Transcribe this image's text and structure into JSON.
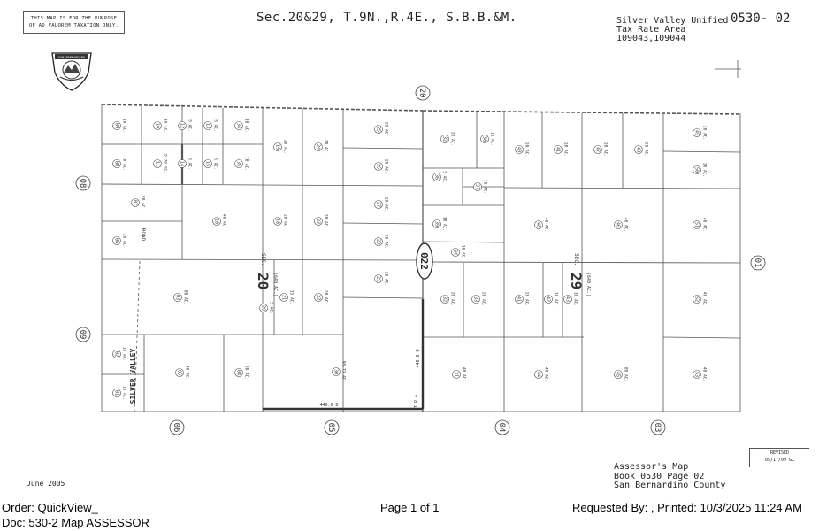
{
  "header": {
    "disclaimer": "THIS MAP IS FOR THE PURPOSE\nOF AD VALOREM TAXATION ONLY.",
    "section_title": "Sec.20&29, T.9N.,R.4E., S.B.B.&M.",
    "district_line1": "Silver Valley Unified",
    "district_line2": "Tax Rate Area",
    "district_line3": "109043,109044",
    "map_number": "0530- 02",
    "seal_text": "SAN BERNARDINO"
  },
  "map": {
    "adjacent_pages": {
      "top": "20",
      "left_top": "08",
      "left_bottom": "09",
      "right": "01",
      "bottom": [
        "06",
        "05",
        "04",
        "03"
      ]
    },
    "book_label": "022",
    "sections": [
      {
        "sec": "SEC.",
        "num": "20",
        "area": "(640 AC.)"
      },
      {
        "sec": "SEC.",
        "num": "29",
        "area": "(640 AC.)"
      }
    ],
    "roads": {
      "silver_valley": "SILVER VALLEY",
      "road": "ROAD"
    },
    "tra": "T.R.A.",
    "dims": {
      "east": "440.0 D",
      "south": "440.0 D"
    },
    "parcels": [
      {
        "n": "09",
        "a": "10 AC."
      },
      {
        "n": "10",
        "a": "10 AC."
      },
      {
        "n": "12",
        "a": "5 AC."
      },
      {
        "n": "13",
        "a": "5 AC."
      },
      {
        "n": "34",
        "a": "10 AC."
      },
      {
        "n": "08",
        "a": "10 AC."
      },
      {
        "n": "11",
        "a": "9.70 AC."
      },
      {
        "n": "14",
        "a": "5 AC."
      },
      {
        "n": "15",
        "a": "5 AC."
      },
      {
        "n": "35",
        "a": "10 AC."
      },
      {
        "n": "07",
        "a": "20 AC."
      },
      {
        "n": "16",
        "a": "40 AC."
      },
      {
        "n": "06",
        "a": "20 AC."
      },
      {
        "n": "03",
        "a": "80 AC."
      },
      {
        "n": "19",
        "a": "20 AC."
      },
      {
        "n": "18",
        "a": "20 AC."
      },
      {
        "n": "24",
        "a": "20 AC."
      },
      {
        "n": "23",
        "a": "20 AC."
      },
      {
        "n": "25",
        "a": "20 AC."
      },
      {
        "n": "26",
        "a": "20 AC."
      },
      {
        "n": "27",
        "a": "20 AC."
      },
      {
        "n": "28",
        "a": "20 AC."
      },
      {
        "n": "29",
        "a": "20 AC."
      },
      {
        "n": "20",
        "a": "5 AC."
      },
      {
        "n": "21",
        "a": "15 AC."
      },
      {
        "n": "22",
        "a": "20 AC."
      },
      {
        "n": "02",
        "a": "10 AC."
      },
      {
        "n": "01",
        "a": "10 AC."
      },
      {
        "n": "05",
        "a": "40 AC."
      },
      {
        "n": "04",
        "a": "20 AC."
      },
      {
        "n": "30",
        "a": "95.71 AC."
      },
      {
        "n": "32",
        "a": "20 AC."
      },
      {
        "n": "38",
        "a": "10 AC."
      },
      {
        "n": "36",
        "a": "5 AC."
      },
      {
        "n": "37",
        "a": "10 AC."
      },
      {
        "n": "39",
        "a": "10 AC."
      },
      {
        "n": "34",
        "a": "10 AC."
      },
      {
        "n": "33",
        "a": "20 AC."
      },
      {
        "n": "32",
        "a": "20 AC."
      },
      {
        "n": "31",
        "a": "40 AC."
      },
      {
        "n": "40",
        "a": "20 AC."
      },
      {
        "n": "41",
        "a": "20 AC."
      },
      {
        "n": "47",
        "a": "20 AC."
      },
      {
        "n": "48",
        "a": "20 AC."
      },
      {
        "n": "49",
        "a": "20 AC."
      },
      {
        "n": "50",
        "a": "20 AC."
      },
      {
        "n": "48",
        "a": "40 AC."
      },
      {
        "n": "46",
        "a": "40 AC."
      },
      {
        "n": "51",
        "a": "40 AC."
      },
      {
        "n": "41",
        "a": "20 AC."
      },
      {
        "n": "42",
        "a": "10 AC."
      },
      {
        "n": "43",
        "a": "10 AC."
      },
      {
        "n": "44",
        "a": "40 AC."
      },
      {
        "n": "45",
        "a": "80 AC."
      },
      {
        "n": "52",
        "a": "40 AC."
      },
      {
        "n": "53",
        "a": "40 AC."
      }
    ]
  },
  "footer_block": {
    "date": "June 2005",
    "assessor": "Assessor's Map\nBook 0530 Page 02\nSan Bernardino County",
    "revised": "REVISED\n05/17/09 GL"
  },
  "print_footer": {
    "order": "Order: QuickView_",
    "doc": "Doc: 530-2 Map ASSESSOR",
    "page": "Page 1 of 1",
    "requested": "Requested By:   , Printed: 10/3/2025 11:24 AM"
  }
}
